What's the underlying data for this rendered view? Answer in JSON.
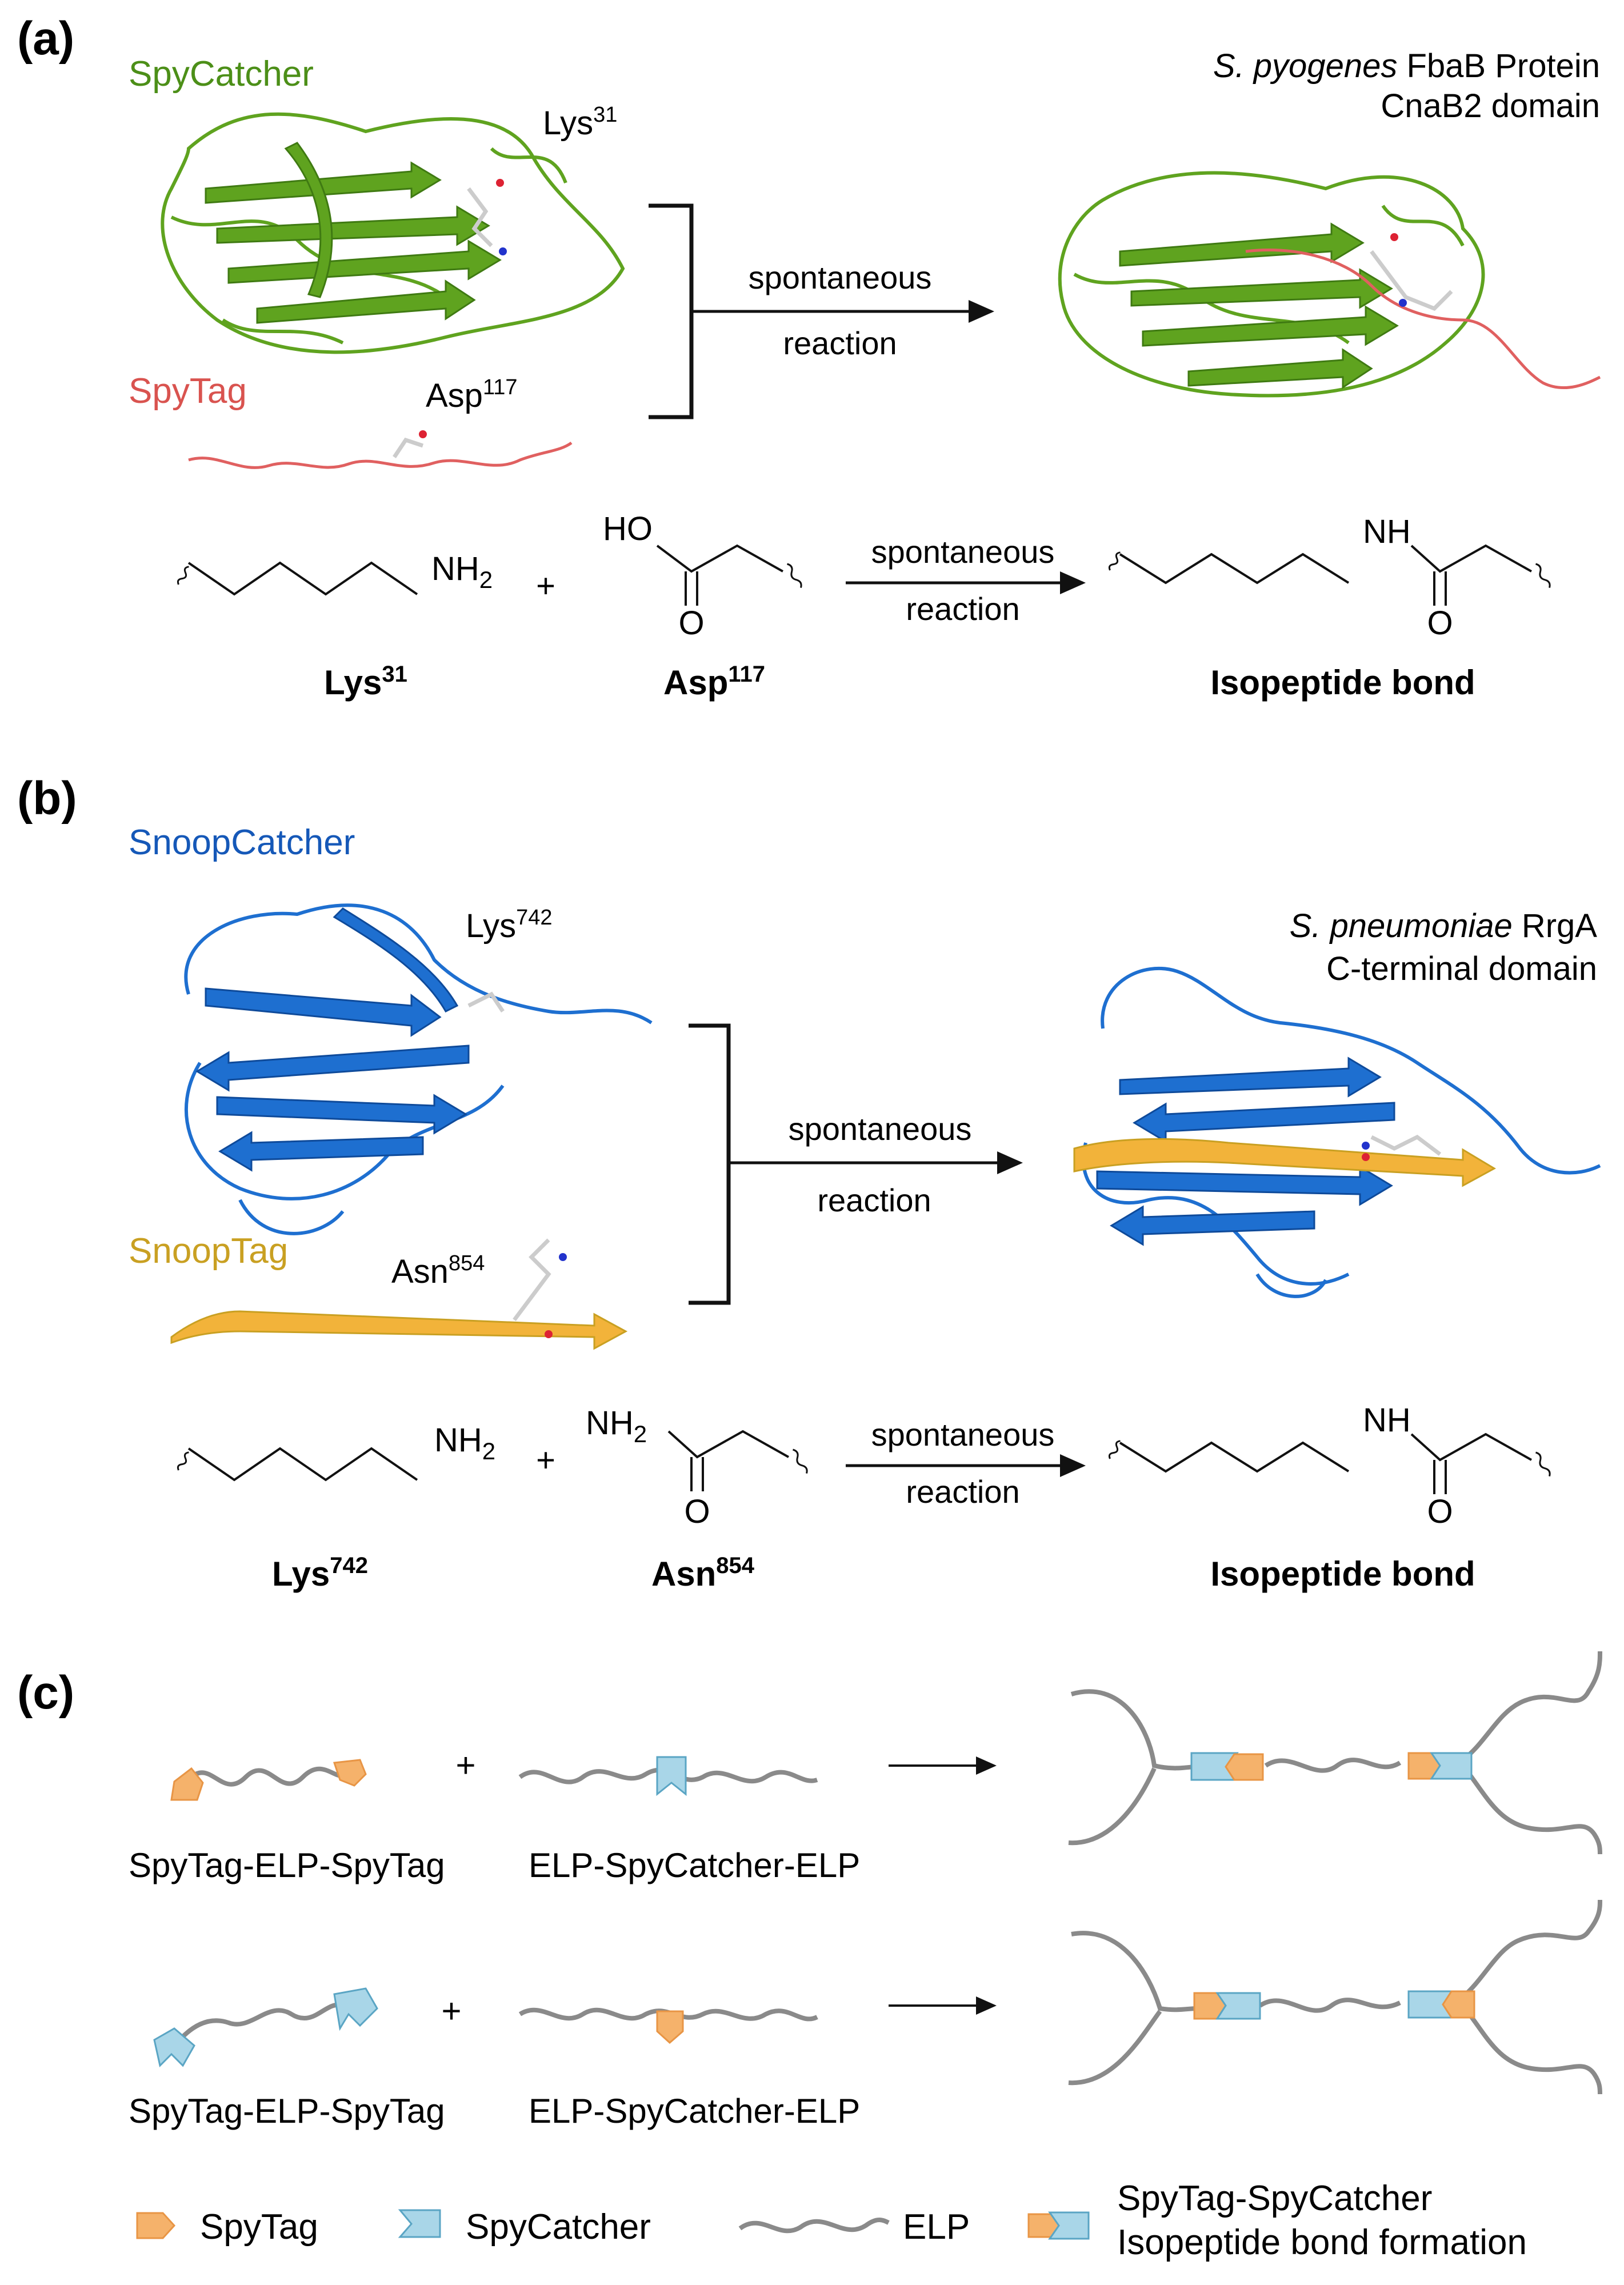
{
  "colors": {
    "spycatcher": "#4c8f18",
    "spytag": "#d9534f",
    "snoopcatcher": "#1558b8",
    "snooptag": "#c9a022",
    "tag_shape": "#f5b26b",
    "catcher_shape": "#a9d6e8",
    "elp": "#8a8a8a"
  },
  "panel_a": {
    "letter": "(a)",
    "catcher_name": "SpyCatcher",
    "tag_name": "SpyTag",
    "lys_label": "Lys",
    "lys_sup": "31",
    "asp_label": "Asp",
    "asp_sup": "117",
    "arrow_top": "spontaneous",
    "arrow_bottom": "reaction",
    "product_title_italic": "S. pyogenes",
    "product_title_rest": " FbaB Protein",
    "product_subtitle": "CnaB2 domain",
    "chem": {
      "amine": "NH",
      "amine_sub": "2",
      "plus": "+",
      "ho": "HO",
      "o_left": "O",
      "arrow_top": "spontaneous",
      "arrow_bottom": "reaction",
      "nh": "NH",
      "o_right": "O",
      "label_left": "Lys",
      "label_left_sup": "31",
      "label_mid": "Asp",
      "label_mid_sup": "117",
      "label_right": "Isopeptide bond"
    }
  },
  "panel_b": {
    "letter": "(b)",
    "catcher_name": "SnoopCatcher",
    "tag_name": "SnoopTag",
    "lys_label": "Lys",
    "lys_sup": "742",
    "asn_label": "Asn",
    "asn_sup": "854",
    "arrow_top": "spontaneous",
    "arrow_bottom": "reaction",
    "product_title_italic": "S. pneumoniae",
    "product_title_rest": " RrgA",
    "product_subtitle": "C-terminal domain",
    "chem": {
      "amine": "NH",
      "amine_sub": "2",
      "plus": "+",
      "nh2": "NH",
      "nh2_sub": "2",
      "o_left": "O",
      "arrow_top": "spontaneous",
      "arrow_bottom": "reaction",
      "nh": "NH",
      "o_right": "O",
      "label_left": "Lys",
      "label_left_sup": "742",
      "label_mid": "Asn",
      "label_mid_sup": "854",
      "label_right": "Isopeptide bond"
    }
  },
  "panel_c": {
    "letter": "(c)",
    "row1_left": "SpyTag-ELP-SpyTag",
    "row1_mid": "ELP-SpyCatcher-ELP",
    "row2_left": "SpyTag-ELP-SpyTag",
    "row2_mid": "ELP-SpyCatcher-ELP",
    "plus": "+",
    "legend": {
      "spytag": "SpyTag",
      "spycatcher": "SpyCatcher",
      "elp": "ELP",
      "bond_line1": "SpyTag-SpyCatcher",
      "bond_line2": "Isopeptide bond formation"
    }
  }
}
